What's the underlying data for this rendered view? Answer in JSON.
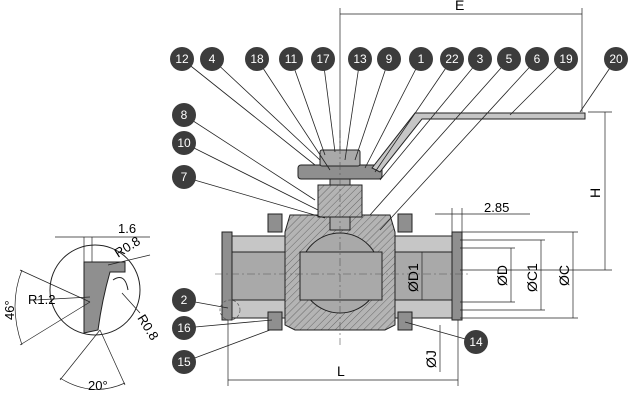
{
  "callouts": {
    "c12": "12",
    "c4": "4",
    "c18": "18",
    "c11": "11",
    "c17": "17",
    "c13": "13",
    "c9": "9",
    "c1": "1",
    "c22": "22",
    "c3": "3",
    "c5": "5",
    "c6": "6",
    "c19": "19",
    "c20": "20",
    "c8": "8",
    "c10": "10",
    "c7": "7",
    "c2": "2",
    "c16": "16",
    "c15": "15",
    "c14": "14"
  },
  "dimensions": {
    "E": "E",
    "H": "H",
    "L": "L",
    "dC": "ØC",
    "dC1": "ØC1",
    "dD": "ØD",
    "dD1": "ØD1",
    "dJ": "ØJ",
    "d285": "2.85",
    "d16": "1.6",
    "r08a": "R0.8",
    "r08b": "R0.8",
    "r12": "R1.2",
    "a46": "46°",
    "a20": "20°"
  },
  "colors": {
    "callout": "#3c3c3c",
    "body": "#a9a9a9",
    "line": "#222222"
  }
}
